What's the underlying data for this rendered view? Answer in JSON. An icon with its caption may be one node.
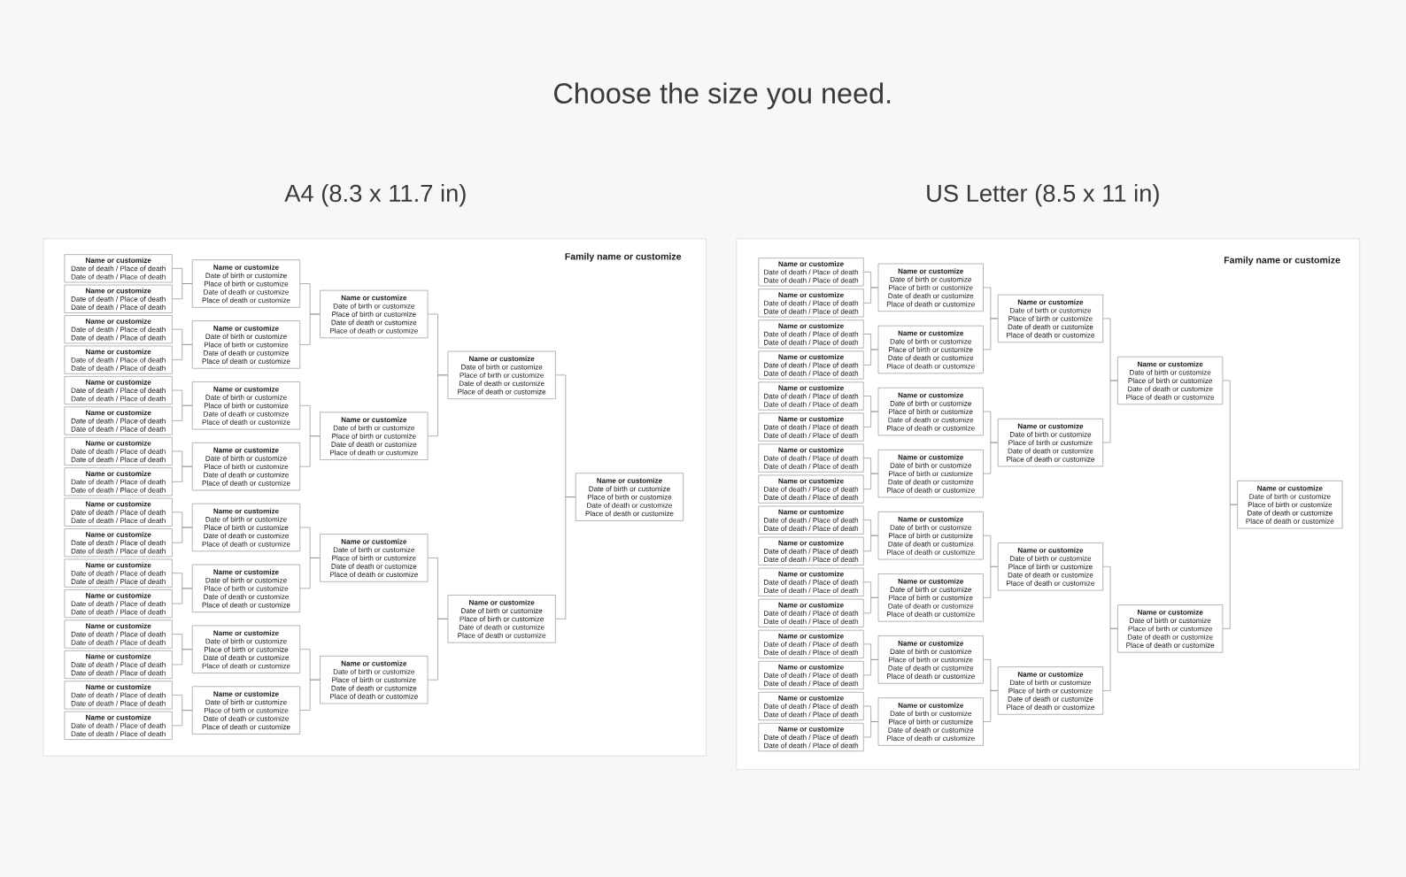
{
  "diagram": {
    "title": "Choose the size you need.",
    "nodes": [
      {
        "text": [
          "A4 (8.3 x 11.7 in)",
          "Family name or customize"
        ]
      },
      {
        "text": [
          "Name or customize",
          "Date of death / Place of death",
          "Date of death / Place of death"
        ],
        "in": 0
      },
      {
        "text": [
          "Name or customize",
          "Date of death / Place of death",
          "Date of death / Place of death"
        ],
        "in": 0
      },
      {
        "text": [
          "Name or customize",
          "Date of death / Place of death",
          "Date of death / Place of death"
        ],
        "in": 0
      },
      {
        "text": [
          "Name or customize",
          "Date of death / Place of death",
          "Date of death / Place of death"
        ],
        "in": 0
      },
      {
        "text": [
          "Name or customize",
          "Date of death / Place of death",
          "Date of death / Place of death"
        ],
        "in": 0
      },
      {
        "text": [
          "Name or customize",
          "Date of death / Place of death",
          "Date of death / Place of death"
        ],
        "in": 0
      },
      {
        "text": [
          "Name or customize",
          "Date of death / Place of death",
          "Date of death / Place of death"
        ],
        "in": 0
      },
      {
        "text": [
          "Name or customize",
          "Date of death / Place of death",
          "Date of death / Place of death"
        ],
        "in": 0
      },
      {
        "text": [
          "Name or customize",
          "Date of death / Place of death",
          "Date of death / Place of death"
        ],
        "in": 0
      },
      {
        "text": [
          "Name or customize",
          "Date of death / Place of death",
          "Date of death / Place of death"
        ],
        "in": 0
      },
      {
        "text": [
          "Name or customize",
          "Date of death / Place of death",
          "Date of death / Place of death"
        ],
        "in": 0
      },
      {
        "text": [
          "Name or customize",
          "Date of death / Place of death",
          "Date of death / Place of death"
        ],
        "in": 0
      },
      {
        "text": [
          "Name or customize",
          "Date of death / Place of death",
          "Date of death / Place of death"
        ],
        "in": 0
      },
      {
        "text": [
          "Name or customize",
          "Date of death / Place of death",
          "Date of death / Place of death"
        ],
        "in": 0
      },
      {
        "text": [
          "Name or customize",
          "Date of death / Place of death",
          "Date of death / Place of death"
        ],
        "in": 0
      },
      {
        "text": [
          "Name or customize",
          "Date of death / Place of death",
          "Date of death / Place of death"
        ],
        "in": 0
      },
      {
        "text": [
          "Name or customize",
          "Date of birth or customize",
          "Place of birth or customize",
          "Date of death or customize",
          "Place of death or customize"
        ],
        "in": 0
      },
      {
        "text": [
          "Name or customize",
          "Date of birth or customize",
          "Place of birth or customize",
          "Date of death or customize",
          "Place of death or customize"
        ],
        "in": 0
      },
      {
        "text": [
          "Name or customize",
          "Date of birth or customize",
          "Place of birth or customize",
          "Date of death or customize",
          "Place of death or customize"
        ],
        "in": 0
      },
      {
        "text": [
          "Name or customize",
          "Date of birth or customize",
          "Place of birth or customize",
          "Date of death or customize",
          "Place of death or customize"
        ],
        "in": 0
      },
      {
        "text": [
          "Name or customize",
          "Date of birth or customize",
          "Place of birth or customize",
          "Date of death or customize",
          "Place of death or customize"
        ],
        "in": 0
      },
      {
        "text": [
          "Name or customize",
          "Date of birth or customize",
          "Place of birth or customize",
          "Date of death or customize",
          "Place of death or customize"
        ],
        "in": 0
      },
      {
        "text": [
          "Name or customize",
          "Date of birth or customize",
          "Place of birth or customize",
          "Date of death or customize",
          "Place of death or customize"
        ],
        "in": 0
      },
      {
        "text": [
          "Name or customize",
          "Date of birth or customize",
          "Place of birth or customize",
          "Date of death or customize",
          "Place of death or customize"
        ],
        "in": 0
      },
      {
        "text": [
          "Name or customize",
          "Date of birth or customize",
          "Place of birth or customize",
          "Date of death or customize",
          "Place of death or customize"
        ],
        "in": 0
      },
      {
        "text": [
          "Name or customize",
          "Date of birth or customize",
          "Place of birth or customize",
          "Date of death or customize",
          "Place of death or customize"
        ],
        "in": 0
      },
      {
        "text": [
          "Name or customize",
          "Date of birth or customize",
          "Place of birth or customize",
          "Date of death or customize",
          "Place of death or customize"
        ],
        "in": 0
      },
      {
        "text": [
          "Name or customize",
          "Date of birth or customize",
          "Place of birth or customize",
          "Date of death or customize",
          "Place of death or customize"
        ],
        "in": 0
      },
      {
        "text": [
          "Name or customize",
          "Date of birth or customize",
          "Place of birth or customize",
          "Date of death or customize",
          "Place of death or customize"
        ],
        "in": 0
      },
      {
        "text": [
          "Name or customize",
          "Date of birth or customize",
          "Place of birth or customize",
          "Date of death or customize",
          "Place of death or customize"
        ],
        "in": 0
      },
      {
        "text": [
          "Name or customize",
          "Date of birth or customize",
          "Place of birth or customize",
          "Date of death or customize",
          "Place of death or customize"
        ],
        "in": 0
      },
      {
        "text": [
          "US Letter (8.5 x 11 in)",
          "Family name or customize"
        ]
      },
      {
        "text": [
          "Name or customize",
          "Date of death / Place of death",
          "Date of death / Place of death"
        ],
        "in": 32
      },
      {
        "text": [
          "Name or customize",
          "Date of death / Place of death",
          "Date of death / Place of death"
        ],
        "in": 32
      },
      {
        "text": [
          "Name or customize",
          "Date of death / Place of death",
          "Date of death / Place of death"
        ],
        "in": 32
      },
      {
        "text": [
          "Name or customize",
          "Date of death / Place of death",
          "Date of death / Place of death"
        ],
        "in": 32
      },
      {
        "text": [
          "Name or customize",
          "Date of death / Place of death",
          "Date of death / Place of death"
        ],
        "in": 32
      },
      {
        "text": [
          "Name or customize",
          "Date of death / Place of death",
          "Date of death / Place of death"
        ],
        "in": 32
      },
      {
        "text": [
          "Name or customize",
          "Date of death / Place of death",
          "Date of death / Place of death"
        ],
        "in": 32
      },
      {
        "text": [
          "Name or customize",
          "Date of death / Place of death",
          "Date of death / Place of death"
        ],
        "in": 32
      },
      {
        "text": [
          "Name or customize",
          "Date of death / Place of death",
          "Date of death / Place of death"
        ],
        "in": 32
      },
      {
        "text": [
          "Name or customize",
          "Date of death / Place of death",
          "Date of death / Place of death"
        ],
        "in": 32
      },
      {
        "text": [
          "Name or customize",
          "Date of death / Place of death",
          "Date of death / Place of death"
        ],
        "in": 32
      },
      {
        "text": [
          "Name or customize",
          "Date of death / Place of death",
          "Date of death / Place of death"
        ],
        "in": 32
      },
      {
        "text": [
          "Name or customize",
          "Date of death / Place of death",
          "Date of death / Place of death"
        ],
        "in": 32
      },
      {
        "text": [
          "Name or customize",
          "Date of death / Place of death",
          "Date of death / Place of death"
        ],
        "in": 32
      },
      {
        "text": [
          "Name or customize",
          "Date of death / Place of death",
          "Date of death / Place of death"
        ],
        "in": 32
      },
      {
        "text": [
          "Name or customize",
          "Date of death / Place of death",
          "Date of death / Place of death"
        ],
        "in": 32
      },
      {
        "text": [
          "Name or customize",
          "Date of birth or customize",
          "Place of birth or customize",
          "Date of death or customize",
          "Place of death or customize"
        ],
        "in": 32
      },
      {
        "text": [
          "Name or customize",
          "Date of birth or customize",
          "Place of birth or customize",
          "Date of death or customize",
          "Place of death or customize"
        ],
        "in": 32
      },
      {
        "text": [
          "Name or customize",
          "Date of birth or customize",
          "Place of birth or customize",
          "Date of death or customize",
          "Place of death or customize"
        ],
        "in": 32
      },
      {
        "text": [
          "Name or customize",
          "Date of birth or customize",
          "Place of birth or customize",
          "Date of death or customize",
          "Place of death or customize"
        ],
        "in": 32
      },
      {
        "text": [
          "Name or customize",
          "Date of birth or customize",
          "Place of birth or customize",
          "Date of death or customize",
          "Place of death or customize"
        ],
        "in": 32
      },
      {
        "text": [
          "Name or customize",
          "Date of birth or customize",
          "Place of birth or customize",
          "Date of death or customize",
          "Place of death or customize"
        ],
        "in": 32
      },
      {
        "text": [
          "Name or customize",
          "Date of birth or customize",
          "Place of birth or customize",
          "Date of death or customize",
          "Place of death or customize"
        ],
        "in": 32
      },
      {
        "text": [
          "Name or customize",
          "Date of birth or customize",
          "Place of birth or customize",
          "Date of death or customize",
          "Place of death or customize"
        ],
        "in": 32
      },
      {
        "text": [
          "Name or customize",
          "Date of birth or customize",
          "Place of birth or customize",
          "Date of death or customize",
          "Place of death or customize"
        ],
        "in": 32
      },
      {
        "text": [
          "Name or customize",
          "Date of birth or customize",
          "Place of birth or customize",
          "Date of death or customize",
          "Place of death or customize"
        ],
        "in": 32
      },
      {
        "text": [
          "Name or customize",
          "Date of birth or customize",
          "Place of birth or customize",
          "Date of death or customize",
          "Place of death or customize"
        ],
        "in": 32
      },
      {
        "text": [
          "Name or customize",
          "Date of birth or customize",
          "Place of birth or customize",
          "Date of death or customize",
          "Place of death or customize"
        ],
        "in": 32
      },
      {
        "text": [
          "Name or customize",
          "Date of birth or customize",
          "Place of birth or customize",
          "Date of death or customize",
          "Place of death or customize"
        ],
        "in": 32
      },
      {
        "text": [
          "Name or customize",
          "Date of birth or customize",
          "Place of birth or customize",
          "Date of death or customize",
          "Place of death or customize"
        ],
        "in": 32
      },
      {
        "text": [
          "Name or customize",
          "Date of birth or customize",
          "Place of birth or customize",
          "Date of death or customize",
          "Place of death or customize"
        ],
        "in": 32
      }
    ],
    "edges": [
      {
        "from": 1,
        "to": 17,
        "arrow": "none"
      },
      {
        "from": 2,
        "to": 17,
        "arrow": "none"
      },
      {
        "from": 3,
        "to": 18,
        "arrow": "none"
      },
      {
        "from": 4,
        "to": 18,
        "arrow": "none"
      },
      {
        "from": 5,
        "to": 19,
        "arrow": "none"
      },
      {
        "from": 6,
        "to": 19,
        "arrow": "none"
      },
      {
        "from": 7,
        "to": 20,
        "arrow": "none"
      },
      {
        "from": 8,
        "to": 20,
        "arrow": "none"
      },
      {
        "from": 9,
        "to": 21,
        "arrow": "none"
      },
      {
        "from": 10,
        "to": 21,
        "arrow": "none"
      },
      {
        "from": 11,
        "to": 22,
        "arrow": "none"
      },
      {
        "from": 12,
        "to": 22,
        "arrow": "none"
      },
      {
        "from": 13,
        "to": 23,
        "arrow": "none"
      },
      {
        "from": 14,
        "to": 23,
        "arrow": "none"
      },
      {
        "from": 15,
        "to": 24,
        "arrow": "none"
      },
      {
        "from": 16,
        "to": 24,
        "arrow": "none"
      },
      {
        "from": 17,
        "to": 25,
        "arrow": "none"
      },
      {
        "from": 18,
        "to": 25,
        "arrow": "none"
      },
      {
        "from": 19,
        "to": 26,
        "arrow": "none"
      },
      {
        "from": 20,
        "to": 26,
        "arrow": "none"
      },
      {
        "from": 21,
        "to": 27,
        "arrow": "none"
      },
      {
        "from": 22,
        "to": 27,
        "arrow": "none"
      },
      {
        "from": 23,
        "to": 28,
        "arrow": "none"
      },
      {
        "from": 24,
        "to": 28,
        "arrow": "none"
      },
      {
        "from": 25,
        "to": 29,
        "arrow": "none"
      },
      {
        "from": 26,
        "to": 29,
        "arrow": "none"
      },
      {
        "from": 27,
        "to": 30,
        "arrow": "none"
      },
      {
        "from": 28,
        "to": 30,
        "arrow": "none"
      },
      {
        "from": 29,
        "to": 31,
        "arrow": "none"
      },
      {
        "from": 30,
        "to": 31,
        "arrow": "none"
      },
      {
        "from": 33,
        "to": 49,
        "arrow": "none"
      },
      {
        "from": 34,
        "to": 49,
        "arrow": "none"
      },
      {
        "from": 35,
        "to": 50,
        "arrow": "none"
      },
      {
        "from": 36,
        "to": 50,
        "arrow": "none"
      },
      {
        "from": 37,
        "to": 51,
        "arrow": "none"
      },
      {
        "from": 38,
        "to": 51,
        "arrow": "none"
      },
      {
        "from": 39,
        "to": 52,
        "arrow": "none"
      },
      {
        "from": 40,
        "to": 52,
        "arrow": "none"
      },
      {
        "from": 41,
        "to": 53,
        "arrow": "none"
      },
      {
        "from": 42,
        "to": 53,
        "arrow": "none"
      },
      {
        "from": 43,
        "to": 54,
        "arrow": "none"
      },
      {
        "from": 44,
        "to": 54,
        "arrow": "none"
      },
      {
        "from": 45,
        "to": 55,
        "arrow": "none"
      },
      {
        "from": 46,
        "to": 55,
        "arrow": "none"
      },
      {
        "from": 47,
        "to": 56,
        "arrow": "none"
      },
      {
        "from": 48,
        "to": 56,
        "arrow": "none"
      },
      {
        "from": 49,
        "to": 57,
        "arrow": "none"
      },
      {
        "from": 50,
        "to": 57,
        "arrow": "none"
      },
      {
        "from": 51,
        "to": 58,
        "arrow": "none"
      },
      {
        "from": 52,
        "to": 58,
        "arrow": "none"
      },
      {
        "from": 53,
        "to": 59,
        "arrow": "none"
      },
      {
        "from": 54,
        "to": 59,
        "arrow": "none"
      },
      {
        "from": 55,
        "to": 60,
        "arrow": "none"
      },
      {
        "from": 56,
        "to": 60,
        "arrow": "none"
      },
      {
        "from": 57,
        "to": 61,
        "arrow": "none"
      },
      {
        "from": 58,
        "to": 61,
        "arrow": "none"
      },
      {
        "from": 59,
        "to": 62,
        "arrow": "none"
      },
      {
        "from": 60,
        "to": 62,
        "arrow": "none"
      },
      {
        "from": 61,
        "to": 63,
        "arrow": "none"
      },
      {
        "from": 62,
        "to": 63,
        "arrow": "none"
      }
    ]
  }
}
